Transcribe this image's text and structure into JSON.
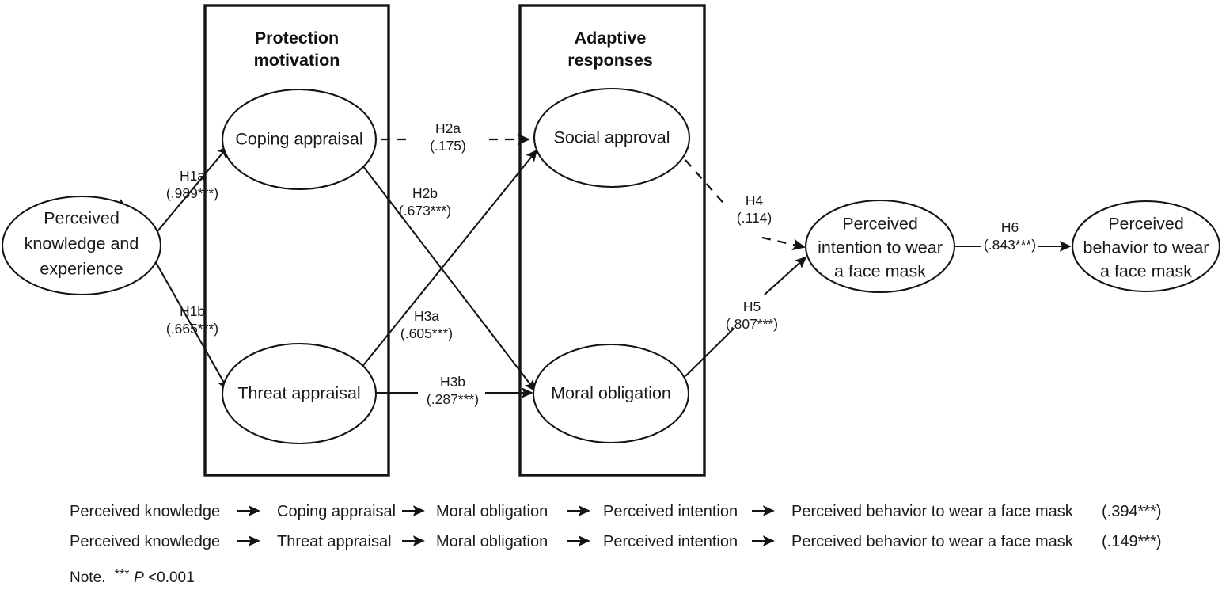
{
  "figure": {
    "type": "path-diagram",
    "groups": [
      {
        "id": "protection-motivation",
        "title_line1": "Protection",
        "title_line2": "motivation"
      },
      {
        "id": "adaptive-responses",
        "title_line1": "Adaptive",
        "title_line2": "responses"
      }
    ],
    "nodes": [
      {
        "id": "perceived-knowledge",
        "lines": [
          "Perceived",
          "knowledge and",
          "experience"
        ]
      },
      {
        "id": "coping-appraisal",
        "lines": [
          "Coping appraisal"
        ]
      },
      {
        "id": "threat-appraisal",
        "lines": [
          "Threat appraisal"
        ]
      },
      {
        "id": "social-approval",
        "lines": [
          "Social approval"
        ]
      },
      {
        "id": "moral-obligation",
        "lines": [
          "Moral obligation"
        ]
      },
      {
        "id": "perceived-intention",
        "lines": [
          "Perceived",
          "intention to wear",
          "a face mask"
        ]
      },
      {
        "id": "perceived-behavior",
        "lines": [
          "Perceived",
          "behavior to wear",
          "a face mask"
        ]
      }
    ],
    "edges": [
      {
        "id": "h1a",
        "hypothesis": "H1a",
        "coefficient": "(.989***)",
        "style": "solid",
        "from": "perceived-knowledge",
        "to": "coping-appraisal"
      },
      {
        "id": "h1b",
        "hypothesis": "H1b",
        "coefficient": "(.665***)",
        "style": "solid",
        "from": "perceived-knowledge",
        "to": "threat-appraisal"
      },
      {
        "id": "h2a",
        "hypothesis": "H2a",
        "coefficient": "(.175)",
        "style": "dashed",
        "from": "coping-appraisal",
        "to": "social-approval"
      },
      {
        "id": "h2b",
        "hypothesis": "H2b",
        "coefficient": "(.673***)",
        "style": "solid",
        "from": "coping-appraisal",
        "to": "moral-obligation"
      },
      {
        "id": "h3a",
        "hypothesis": "H3a",
        "coefficient": "(.605***)",
        "style": "solid",
        "from": "threat-appraisal",
        "to": "social-approval"
      },
      {
        "id": "h3b",
        "hypothesis": "H3b",
        "coefficient": "(.287***)",
        "style": "solid",
        "from": "threat-appraisal",
        "to": "moral-obligation"
      },
      {
        "id": "h4",
        "hypothesis": "H4",
        "coefficient": "(.114)",
        "style": "dashed",
        "from": "social-approval",
        "to": "perceived-intention"
      },
      {
        "id": "h5",
        "hypothesis": "H5",
        "coefficient": "(.807***)",
        "style": "solid",
        "from": "moral-obligation",
        "to": "perceived-intention"
      },
      {
        "id": "h6",
        "hypothesis": "H6",
        "coefficient": "(.843***)",
        "style": "solid",
        "from": "perceived-intention",
        "to": "perceived-behavior"
      }
    ],
    "indirect_paths": [
      {
        "id": "path-coping",
        "steps": [
          "Perceived knowledge",
          "Coping appraisal",
          "Moral obligation",
          "Perceived intention",
          "Perceived behavior to wear a face mask"
        ],
        "coefficient": "(.394***)"
      },
      {
        "id": "path-threat",
        "steps": [
          "Perceived knowledge",
          "Threat appraisal",
          "Moral obligation",
          "Perceived intention",
          "Perceived behavior to wear a face mask"
        ],
        "coefficient": "(.149***)"
      }
    ],
    "note": {
      "prefix": "Note.",
      "stars": "***",
      "p_italic": "P",
      "suffix": "<0.001"
    },
    "colors": {
      "stroke": "#141414",
      "text": "#1a1a1a",
      "background": "#ffffff"
    }
  }
}
